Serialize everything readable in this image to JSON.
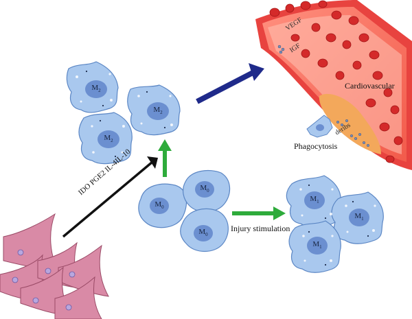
{
  "labels": {
    "cardiovascular": "Cardiovascular",
    "phagocytosis": "Phagocytosis",
    "injury_stimulation": "Injury stimulation",
    "cytokines": "IDO PGE2 IL-4IL-10",
    "vegf": "VEGF",
    "igf": "IGF",
    "debris": "deribs"
  },
  "cells": {
    "m2_letter": "M",
    "m2_sub": "2",
    "m1_letter": "M",
    "m1_sub": "1",
    "m0_letter": "M",
    "m0_sub": "0"
  },
  "colors": {
    "macrophage_fill": "#a9c8ee",
    "macrophage_stroke": "#5b86c4",
    "nucleus": "#6b8fd0",
    "stem_cell": "#d98aa6",
    "vessel": "#e03a3a",
    "rbc": "#d42a2a",
    "arrow_navy": "#1f2a8a",
    "arrow_green": "#2eab3b",
    "arrow_black": "#111111",
    "plaque": "#f3a85b"
  }
}
